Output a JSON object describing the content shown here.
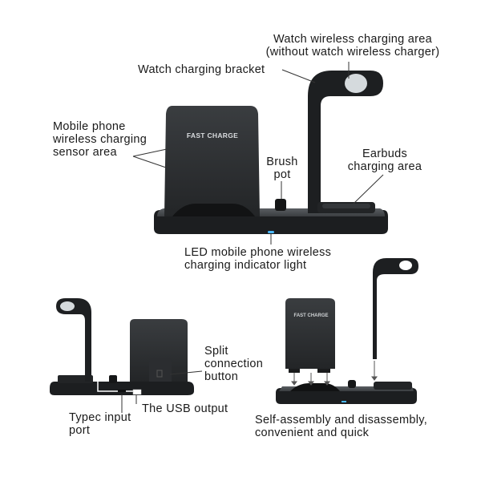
{
  "labels": {
    "watch_area_line1": "Watch wireless charging area",
    "watch_area_line2": "(without watch wireless charger)",
    "watch_bracket": "Watch charging bracket",
    "phone_area_line1": "Mobile phone",
    "phone_area_line2": "wireless charging",
    "phone_area_line3": "sensor area",
    "brush_pot_line1": "Brush",
    "brush_pot_line2": "pot",
    "earbuds_line1": "Earbuds",
    "earbuds_line2": "charging area",
    "led_line1": "LED mobile phone wireless",
    "led_line2": "charging indicator light",
    "split_line1": "Split",
    "split_line2": "connection",
    "split_line3": "button",
    "typec_line1": "Typec input",
    "typec_line2": "port",
    "usb_output": "The USB output",
    "assembly_line1": "Self-assembly and disassembly,",
    "assembly_line2": "convenient and quick"
  },
  "product": {
    "pad_text": "FAST CHARGE",
    "colors": {
      "body": "#1f2123",
      "base_top": "#4a4e52",
      "watch_pad": "#d5dadd",
      "led": "#49b8ff"
    }
  }
}
